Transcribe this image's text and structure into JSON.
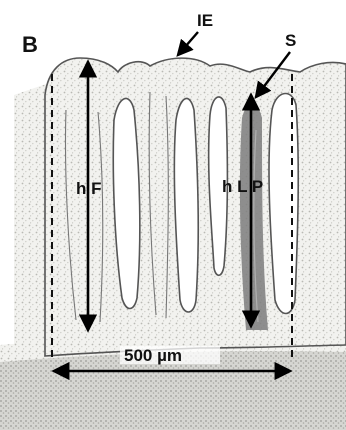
{
  "figure": {
    "panel_label": "B",
    "labels": {
      "ie": "IE",
      "s": "S",
      "hf": "h F",
      "hlp": "h L P",
      "scale": "500 µm"
    }
  }
}
